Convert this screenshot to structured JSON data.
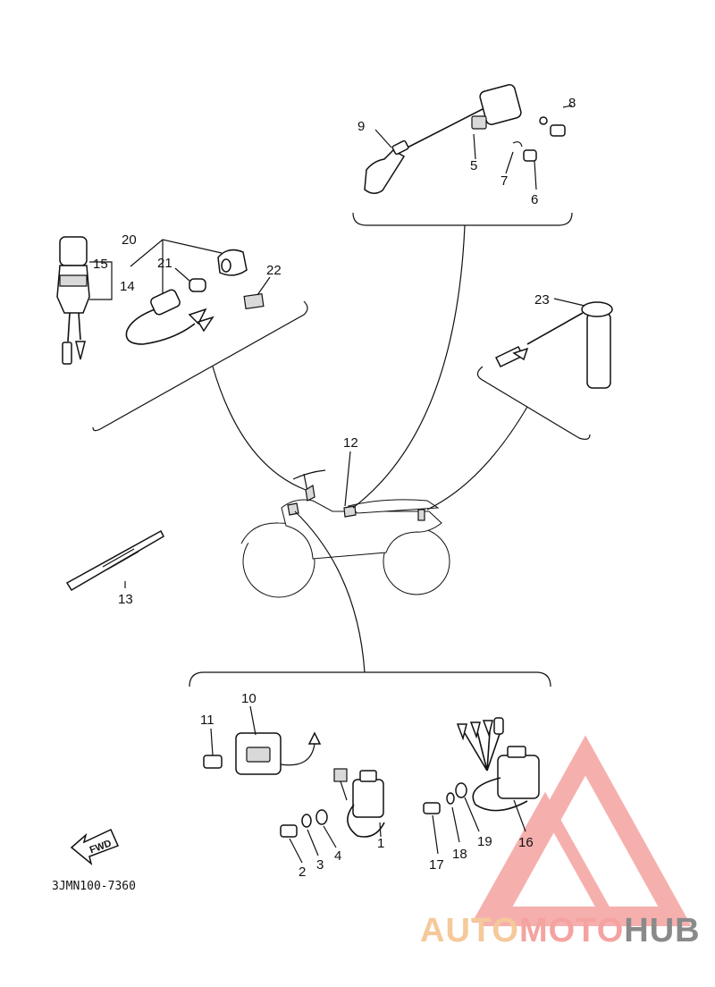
{
  "diagram": {
    "drawing_code": "3JMN100-7360",
    "fwd_label": "FWD",
    "callouts": {
      "c1": "1",
      "c2": "2",
      "c3": "3",
      "c4": "4",
      "c5": "5",
      "c6": "6",
      "c7": "7",
      "c8": "8",
      "c9": "9",
      "c10": "10",
      "c11": "11",
      "c12": "12",
      "c13": "13",
      "c14": "14",
      "c15": "15",
      "c16": "16",
      "c17": "17",
      "c18": "18",
      "c19": "19",
      "c20": "20",
      "c21": "21",
      "c22": "22",
      "c23": "23"
    }
  },
  "watermark": {
    "part1": "AUTO",
    "part2": "MOTO",
    "part3": "HUB",
    "colors": {
      "auto": "#f5c99a",
      "moto": "#f4a3a0",
      "hub": "#8a8a8a",
      "logo": "#f4a3a0"
    }
  }
}
